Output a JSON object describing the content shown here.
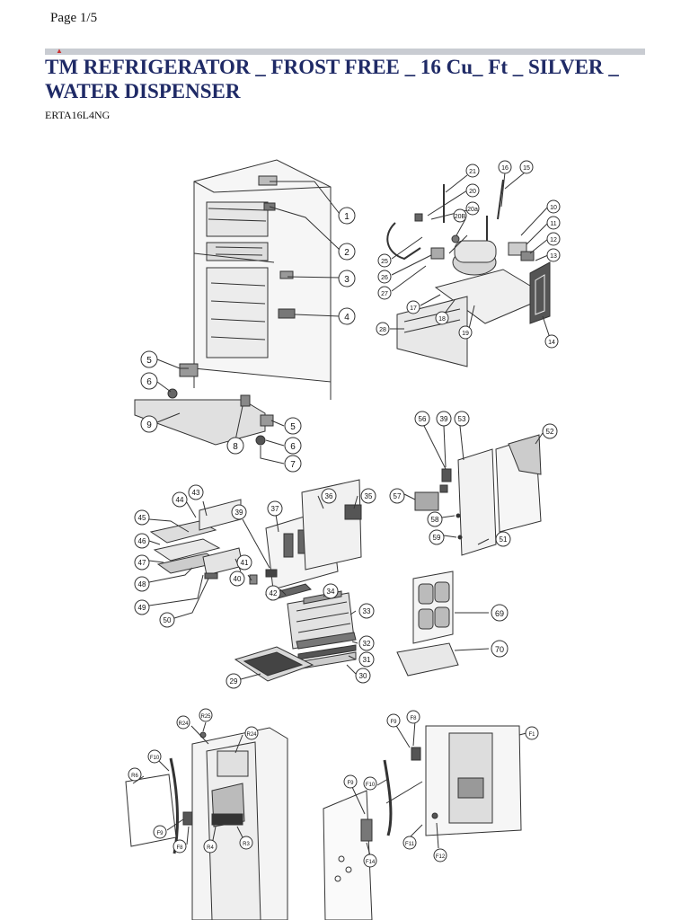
{
  "page": {
    "label": "Page 1/5"
  },
  "document": {
    "title": "TM REFRIGERATOR _ FROST FREE _ 16 Cu_ Ft _ SILVER _ WATER DISPENSER",
    "model": "ERTA16L4NG"
  },
  "parts": {
    "p1": "1",
    "p2": "2",
    "p3": "3",
    "p4": "4",
    "p5": "5",
    "p6": "6",
    "p7": "7",
    "p8": "8",
    "p9": "9",
    "p10": "10",
    "p11": "11",
    "p12": "12",
    "p13": "13",
    "p14": "14",
    "p15": "15",
    "p16": "16",
    "p17": "17",
    "p18": "18",
    "p19": "19",
    "p20": "20",
    "p20a": "20a",
    "p20b": "20B",
    "p21": "21",
    "p25": "25",
    "p26": "26",
    "p27": "27",
    "p28": "28",
    "p29": "29",
    "p30": "30",
    "p31": "31",
    "p32": "32",
    "p33": "33",
    "p34": "34",
    "p35": "35",
    "p36": "36",
    "p37": "37",
    "p39": "39",
    "p40": "40",
    "p41": "41",
    "p42": "42",
    "p43": "43",
    "p44": "44",
    "p45": "45",
    "p46": "46",
    "p47": "47",
    "p48": "48",
    "p49": "49",
    "p50": "50",
    "p51": "51",
    "p52": "52",
    "p53": "53",
    "p56": "56",
    "p57": "57",
    "p58": "58",
    "p59": "59",
    "p69": "69",
    "p70": "70",
    "r3": "R3",
    "r4": "R4",
    "r6": "R6",
    "r24": "R24",
    "r25": "R25",
    "f1": "F1",
    "f8": "F8",
    "f9": "F9",
    "f10": "F10",
    "f11": "F11",
    "f12": "F12",
    "f14": "F14"
  }
}
